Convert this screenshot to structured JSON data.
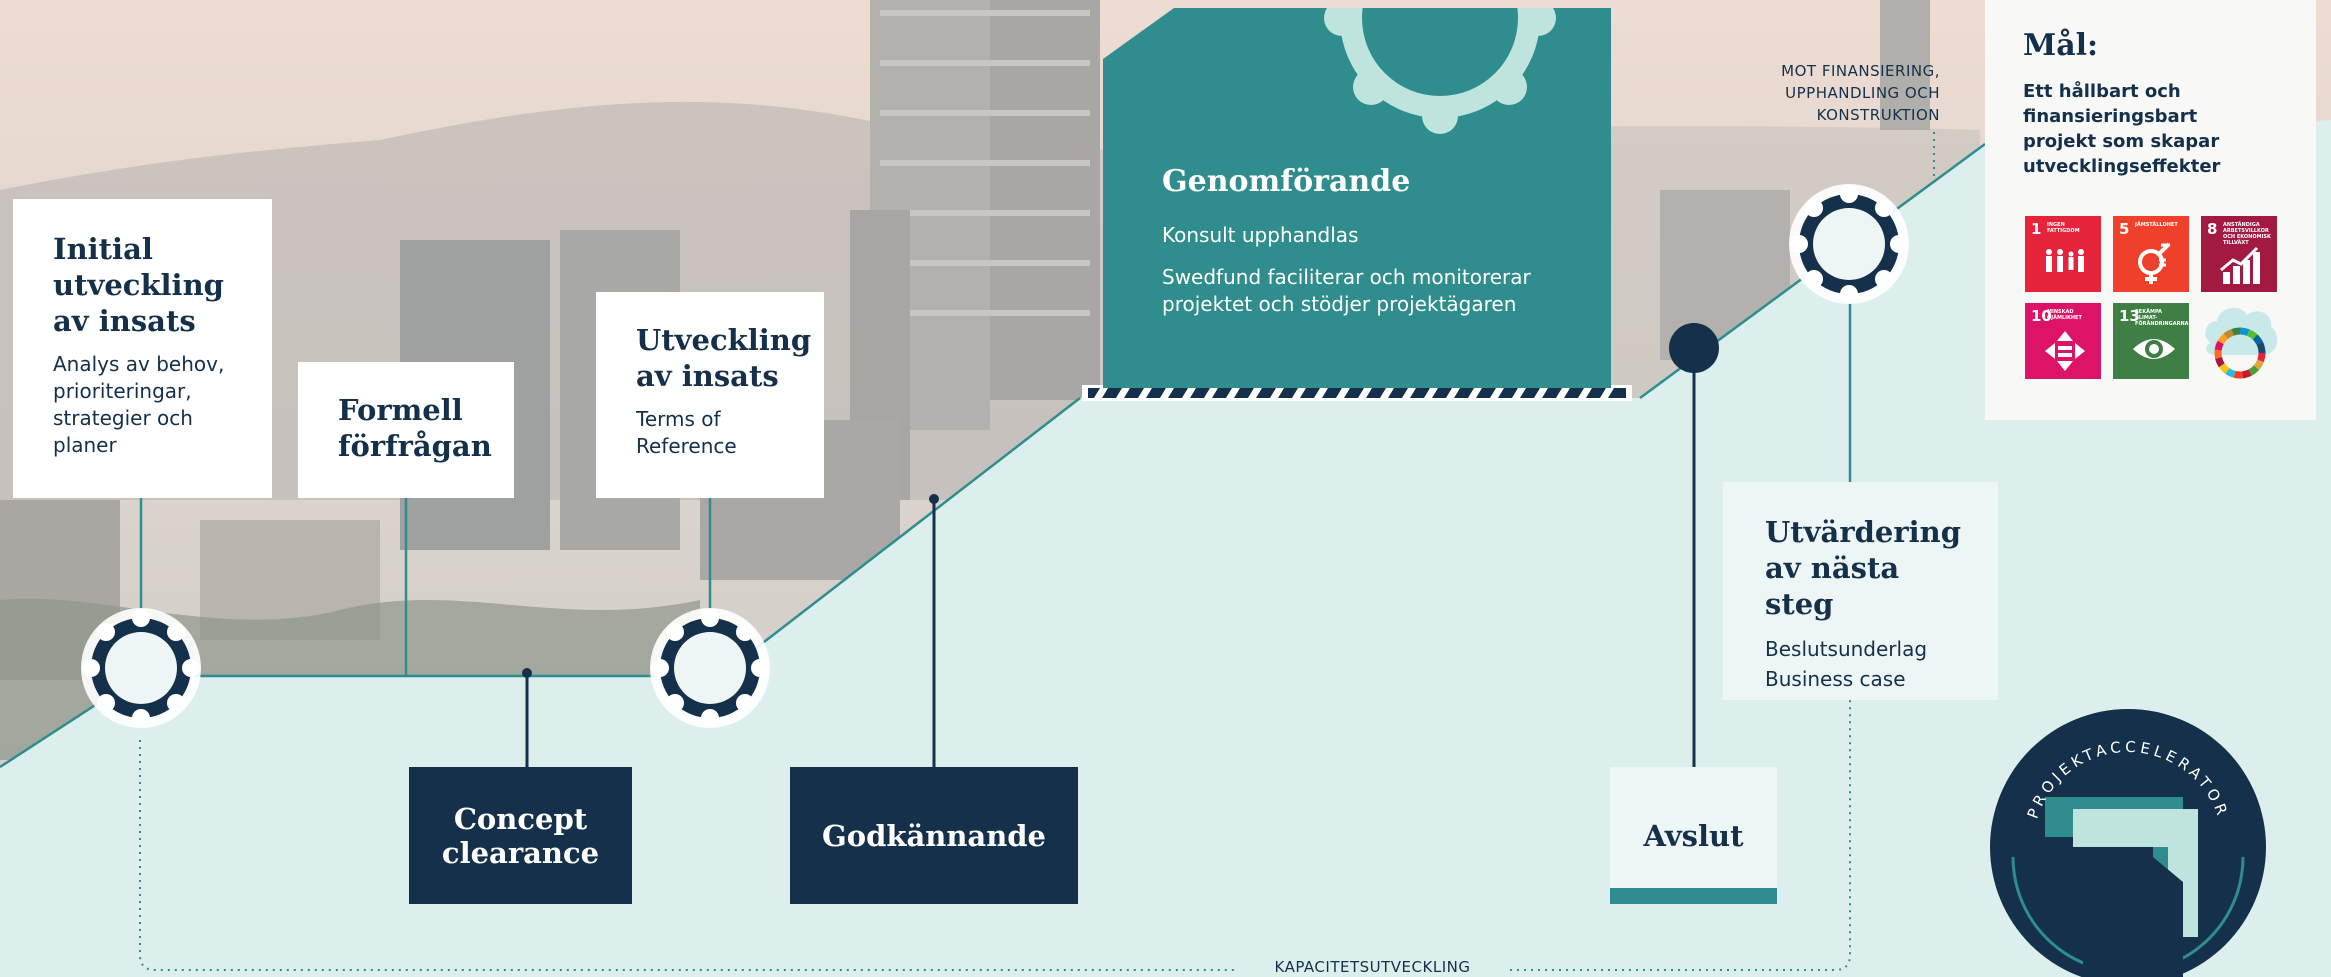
{
  "colors": {
    "navy": "#14304a",
    "teal": "#2f8e8d",
    "mint_bg": "#dcefed",
    "mint_light": "#bfe3dd",
    "card_white": "#ffffff",
    "sdg_1": "#e5243b",
    "sdg_5": "#ef402b",
    "sdg_8": "#a21942",
    "sdg_10": "#dd1367",
    "sdg_13": "#3f7e44"
  },
  "steps": {
    "initial": {
      "title": "Initial\nutveckling\nav insats",
      "text": "Analys av behov,\nprioriteringar,\nstrategier och\nplaner"
    },
    "formal_request": {
      "title": "Formell\nförfrågan"
    },
    "development": {
      "title": "Utveckling\nav insats",
      "text": "Terms of\nReference"
    },
    "concept_clearance": {
      "title": "Concept\nclearance"
    },
    "approval": {
      "title": "Godkännande"
    },
    "implementation": {
      "title": "Genomförande",
      "line1": "Konsult upphandlas",
      "line2": "Swedfund faciliterar och monitorerar\nprojektet och stödjer projektägaren"
    },
    "closing": {
      "title": "Avslut"
    },
    "evaluation": {
      "title": "Utvärdering\nav nästa steg",
      "text": "Beslutsunderlag\nBusiness case"
    }
  },
  "captions": {
    "toward_financing": "MOT FINANSIERING,\nUPPHANDLING OCH\nKONSTRUKTION",
    "capacity": "KAPACITETSUTVECKLING"
  },
  "goal": {
    "title": "Mål:",
    "text": "Ett hållbart och\nfinansieringsbart\nprojekt som skapar\nutvecklingseffekter"
  },
  "sdg_tiles": [
    {
      "number": "1",
      "label": "INGEN FATTIGDOM",
      "icon": "people-icon"
    },
    {
      "number": "5",
      "label": "JÄMSTÄLLDHET",
      "icon": "gender-equality-icon"
    },
    {
      "number": "8",
      "label": "ANSTÄNDIGA ARBETSVILLKOR OCH EKONOMISK TILLVÄXT",
      "icon": "growth-chart-icon"
    },
    {
      "number": "10",
      "label": "MINSKAD OJÄMLIKHET",
      "icon": "equality-arrows-icon"
    },
    {
      "number": "13",
      "label": "BEKÄMPA KLIMAT-FÖRÄNDRINGARNA",
      "icon": "eye-earth-icon"
    },
    {
      "number": "",
      "label": "",
      "icon": "sdg-wheel-icon"
    }
  ],
  "badge": {
    "text": "PROJEKTACCELERATOR"
  }
}
